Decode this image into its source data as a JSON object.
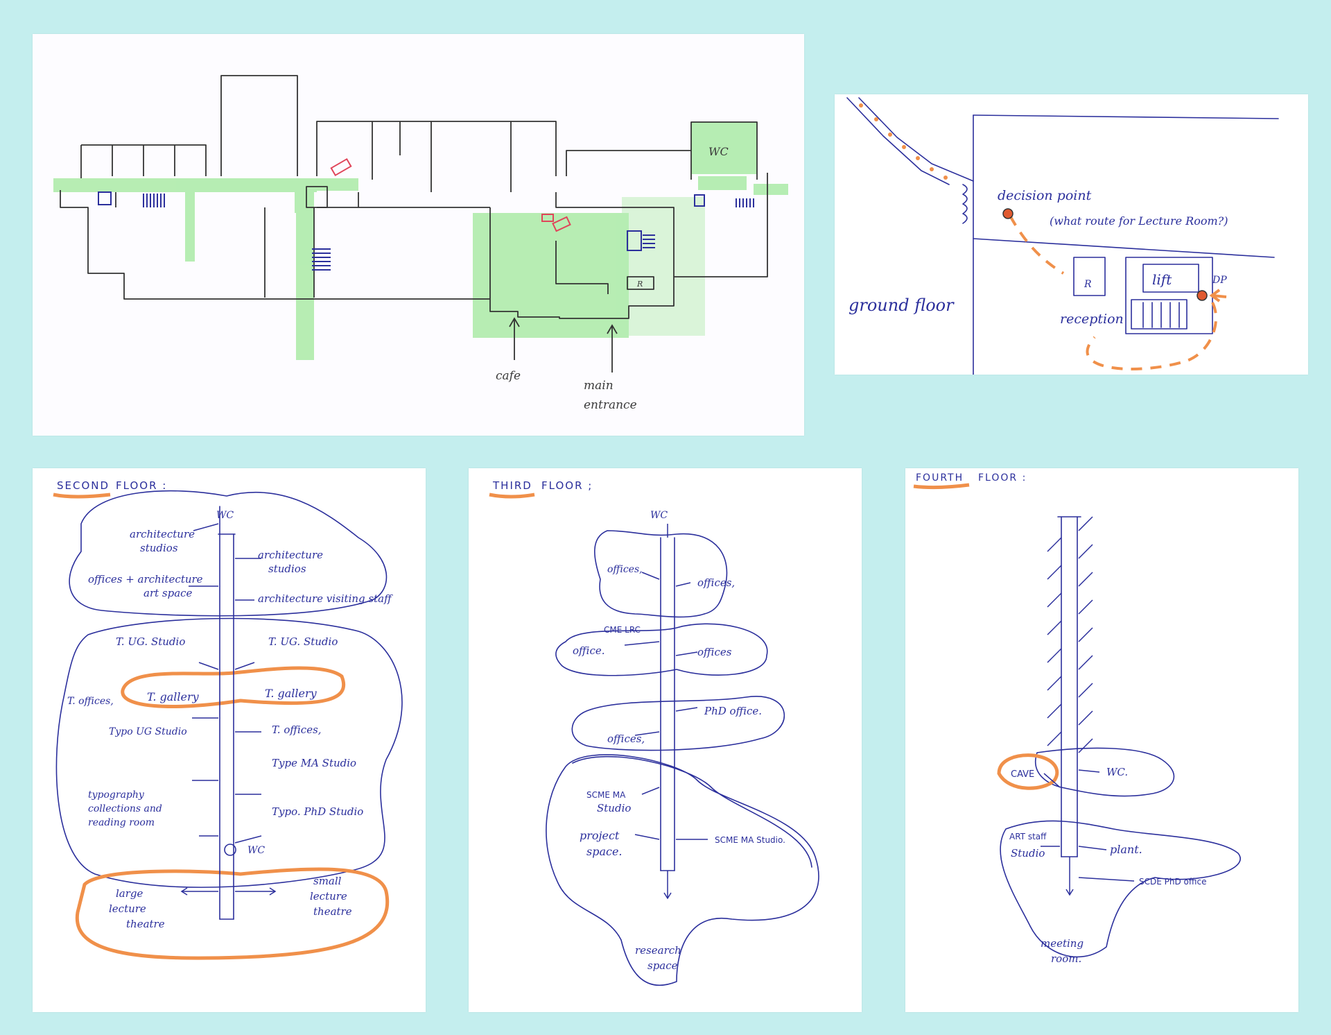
{
  "colors": {
    "background": "#c4eeee",
    "ink_blue": "#2b2f9c",
    "pencil": "#333333",
    "highlight_green": "#9fe89a",
    "highlight_orange": "#f0904a",
    "wc_red": "#e0455a"
  },
  "ground_plan": {
    "wc": "WC",
    "reception_mark": "R",
    "cafe": "cafe",
    "main_entrance": [
      "main",
      "entrance"
    ]
  },
  "route_map": {
    "decision_point": "decision point",
    "question": "(what route for Lecture Room?)",
    "ground_floor": "ground floor",
    "reception_mark": "R",
    "reception": "reception",
    "lift": "lift",
    "dp": "DP"
  },
  "second_floor": {
    "heading_1": "SECOND",
    "heading_2": "FLOOR :",
    "wc_top": "WC",
    "architecture_studios_left": [
      "architecture",
      "studios"
    ],
    "architecture_studios_right": [
      "architecture",
      "studios"
    ],
    "offices_art_space": [
      "offices + architecture",
      "art space"
    ],
    "architecture_visiting_staff": "architecture visiting staff",
    "t_ug_studio_left": "T. UG. Studio",
    "t_ug_studio_right": "T. UG. Studio",
    "t_offices_left": "T. offices,",
    "t_gallery_left": "T. gallery",
    "t_gallery_right": "T. gallery",
    "typo_ug_studio": "Typo UG Studio",
    "t_offices_right": "T. offices,",
    "type_ma_studio": "Type MA Studio",
    "typography_collections": [
      "typography",
      "collections and",
      "reading room"
    ],
    "typo_phd_studio": "Typo. PhD Studio",
    "wc_bottom": "WC",
    "large_lecture_theatre": [
      "large",
      "lecture",
      "theatre"
    ],
    "small_lecture_theatre": [
      "small",
      "lecture",
      "theatre"
    ]
  },
  "third_floor": {
    "heading_1": "THIRD",
    "heading_2": "FLOOR ;",
    "wc": "WC",
    "offices_left": "offices,",
    "offices_right": "offices,",
    "cme_lrc": "CME LRC",
    "office": "office.",
    "offices_mid": "offices",
    "phd_office": "PhD office.",
    "offices_lower": "offices,",
    "scme_ma_studio_left": [
      "SCME MA",
      "Studio"
    ],
    "project_space": [
      "project",
      "space."
    ],
    "scme_ma_studio_right": "SCME MA Studio.",
    "research_space": [
      "research",
      "space"
    ]
  },
  "fourth_floor": {
    "heading_1": "FOURTH",
    "heading_2": "FLOOR :",
    "cave": "CAVE",
    "wc": "WC.",
    "art_staff_studio": [
      "ART staff",
      "Studio"
    ],
    "plant": "plant.",
    "scde_phd_office": "SCDE PhD office",
    "meeting_room": [
      "meeting",
      "room."
    ]
  }
}
